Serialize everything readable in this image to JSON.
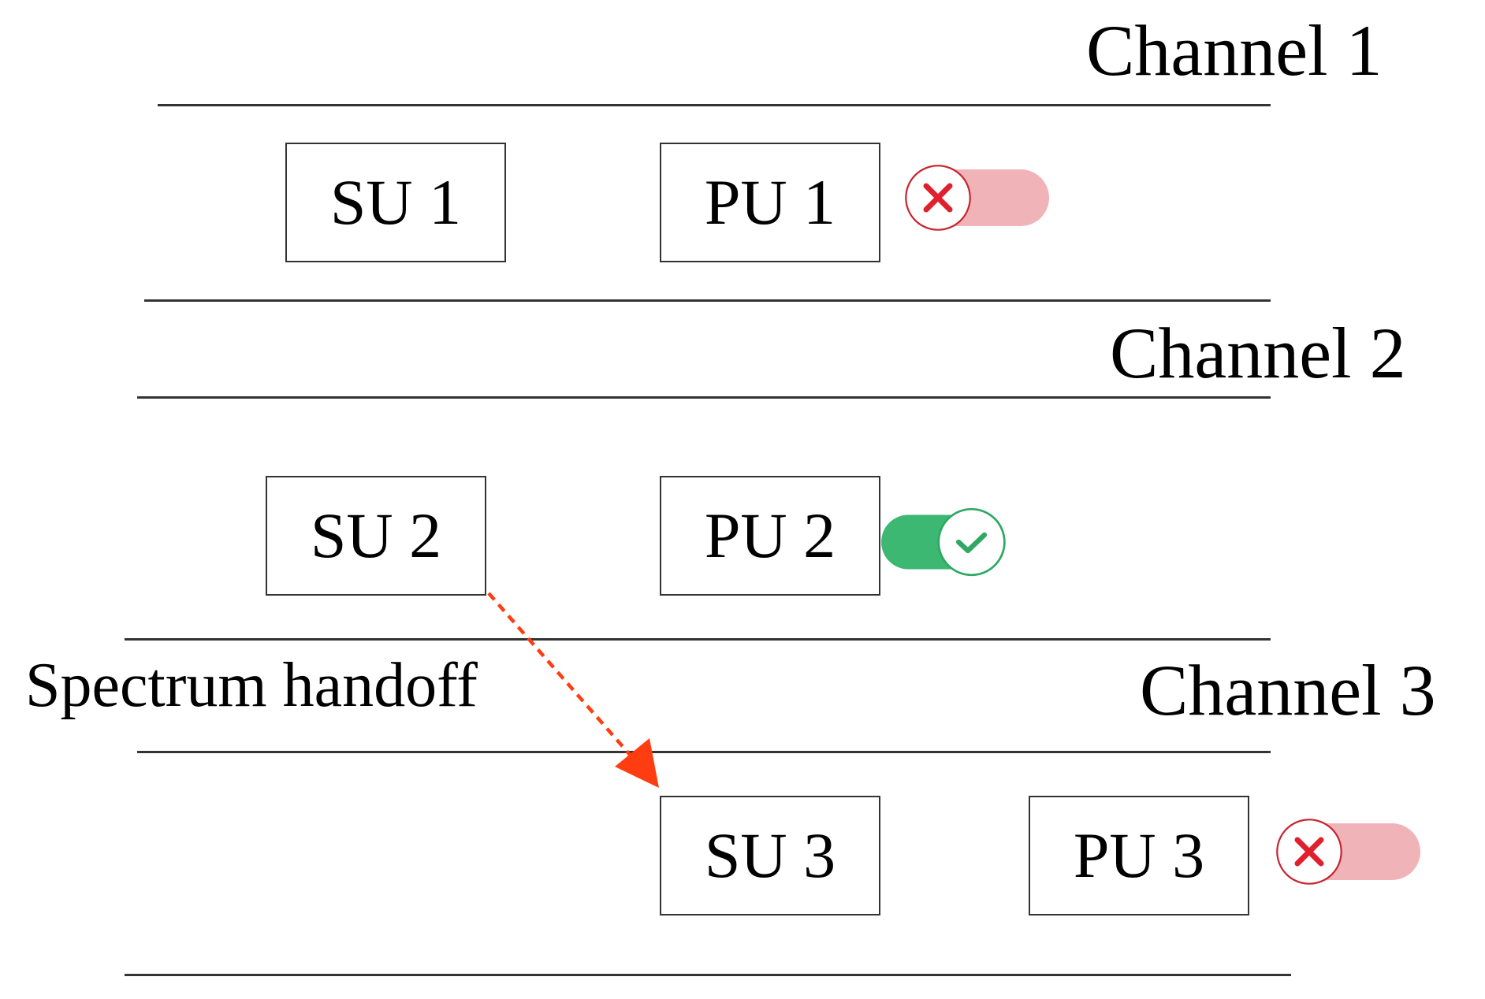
{
  "channels": [
    {
      "label": "Channel 1"
    },
    {
      "label": "Channel 2"
    },
    {
      "label": "Channel 3"
    }
  ],
  "users": {
    "su1": "SU 1",
    "pu1": "PU 1",
    "su2": "SU 2",
    "pu2": "PU 2",
    "su3": "SU 3",
    "pu3": "PU 3"
  },
  "toggles": {
    "pu1": "off",
    "pu2": "on",
    "pu3": "off"
  },
  "handoff": {
    "label": "Spectrum handoff"
  },
  "colors": {
    "off_track": "#f0b4b8",
    "off_mark": "#e0202c",
    "on_track": "#3cb872",
    "on_mark": "#2ea862",
    "arrow": "#ff3d10",
    "line": "#333333"
  }
}
